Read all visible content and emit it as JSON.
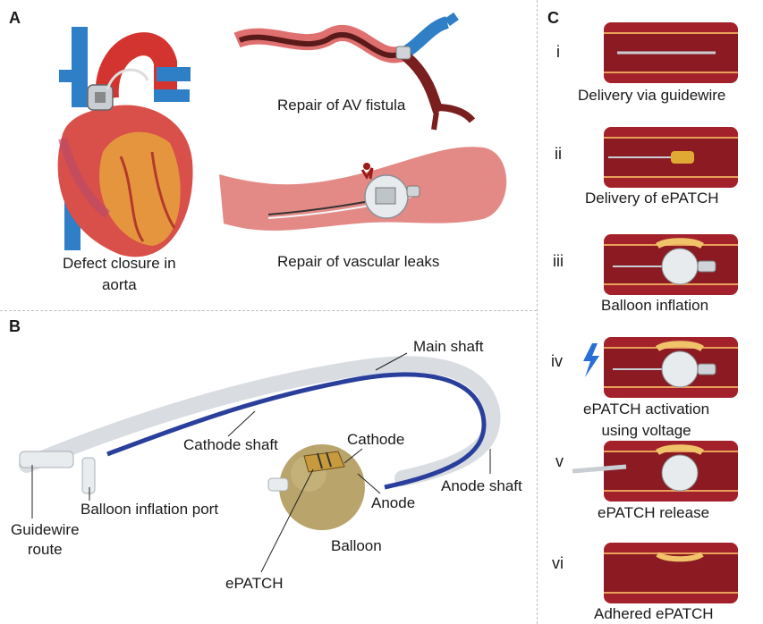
{
  "panels": {
    "a": {
      "letter": "A",
      "labels": {
        "defect_closure": "Defect closure in\naorta",
        "av_fistula": "Repair of AV fistula",
        "vascular_leaks": "Repair of vascular leaks"
      }
    },
    "b": {
      "letter": "B",
      "labels": {
        "main_shaft": "Main shaft",
        "cathode_shaft": "Cathode shaft",
        "cathode": "Cathode",
        "anode_shaft": "Anode shaft",
        "anode": "Anode",
        "balloon_inflation_port": "Balloon inflation port",
        "guidewire_route": "Guidewire\nroute",
        "balloon": "Balloon",
        "epatch": "ePATCH"
      }
    },
    "c": {
      "letter": "C",
      "steps": [
        {
          "numeral": "i",
          "caption": "Delivery via guidewire"
        },
        {
          "numeral": "ii",
          "caption": "Delivery of ePATCH"
        },
        {
          "numeral": "iii",
          "caption": "Balloon inflation"
        },
        {
          "numeral": "iv",
          "caption": "ePATCH activation\nusing voltage"
        },
        {
          "numeral": "v",
          "caption": "ePATCH release"
        },
        {
          "numeral": "vi",
          "caption": "Adhered ePATCH"
        }
      ]
    }
  },
  "colors": {
    "vessel_wall": "#a3212a",
    "vessel_lumen": "#8b1a22",
    "vessel_edge": "#e8a05a",
    "shaft_blue": "#2a3f9c",
    "shaft_grey": "#d9dde2",
    "balloon_olive": "#b9a46b",
    "vein_blue": "#2f7fc6",
    "lightning": "#2a6fd6"
  },
  "icons": [
    "heart-illustration",
    "av-fistula-illustration",
    "vessel-leak-illustration",
    "lightning-icon"
  ]
}
